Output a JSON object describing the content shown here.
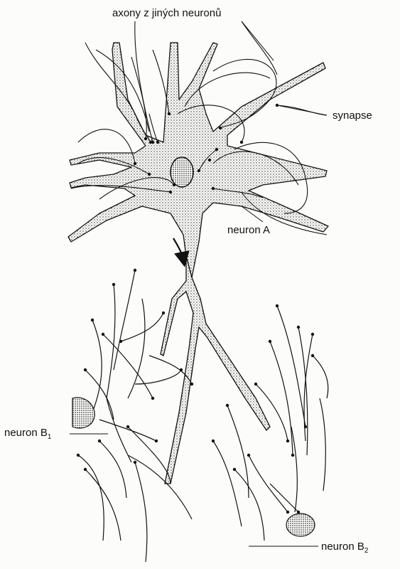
{
  "labels": {
    "axons": "axony z jiných neuronů",
    "synapse": "synapse",
    "neuron_a": "neuron A",
    "neuron_b1_text": "neuron B",
    "neuron_b1_sub": "1",
    "neuron_b2_text": "neuron B",
    "neuron_b2_sub": "2"
  },
  "colors": {
    "ink": "#111111",
    "fill": "#f3f1ea",
    "background": "#fcfcfa"
  }
}
